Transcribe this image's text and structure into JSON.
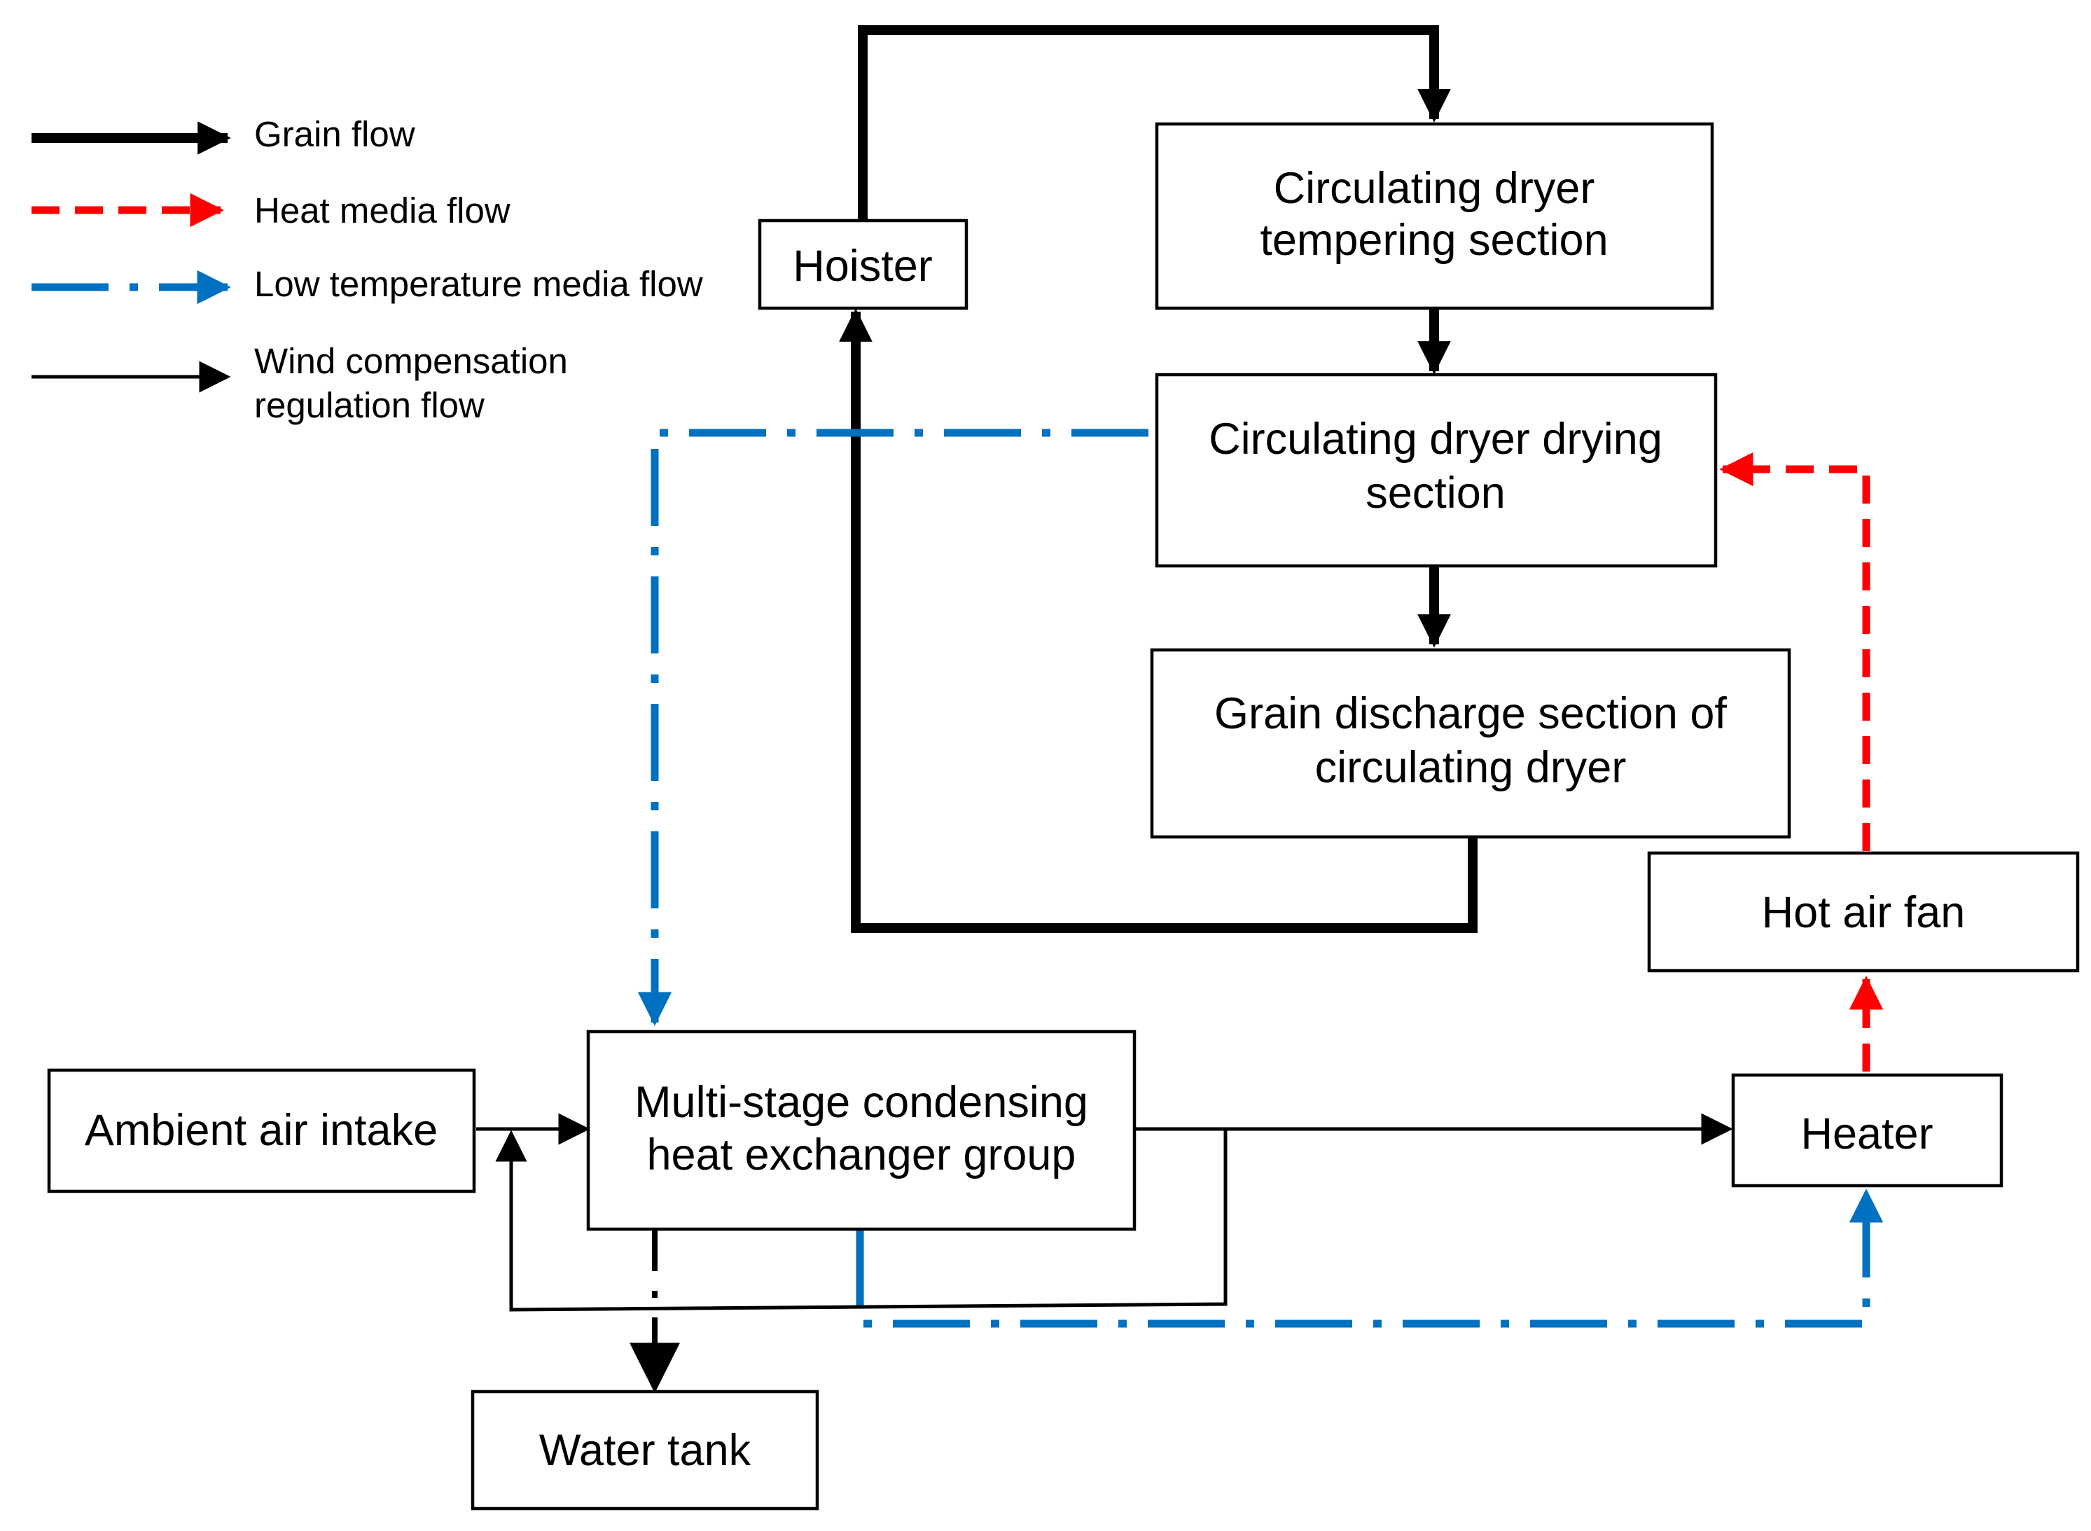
{
  "colors": {
    "grain_flow": "#000000",
    "heat_media_flow": "#ff0000",
    "low_temperature_media_flow": "#0070c0",
    "wind_compensation_flow": "#000000"
  },
  "legend": {
    "grain_flow": "Grain flow",
    "heat_media_flow": "Heat media flow",
    "low_temp_media_flow": "Low temperature media flow",
    "wind_compensation_line1": "Wind compensation",
    "wind_compensation_line2": "regulation flow"
  },
  "nodes": {
    "hoister": "Hoister",
    "tempering_line1": "Circulating dryer",
    "tempering_line2": "tempering section",
    "drying_line1": "Circulating dryer drying",
    "drying_line2": "section",
    "discharge_line1": "Grain discharge section of",
    "discharge_line2": "circulating dryer",
    "hot_air_fan": "Hot air fan",
    "ambient_air_intake": "Ambient air intake",
    "heat_exchanger_line1": "Multi-stage condensing",
    "heat_exchanger_line2": "heat exchanger group",
    "heater": "Heater",
    "water_tank": "Water tank"
  }
}
